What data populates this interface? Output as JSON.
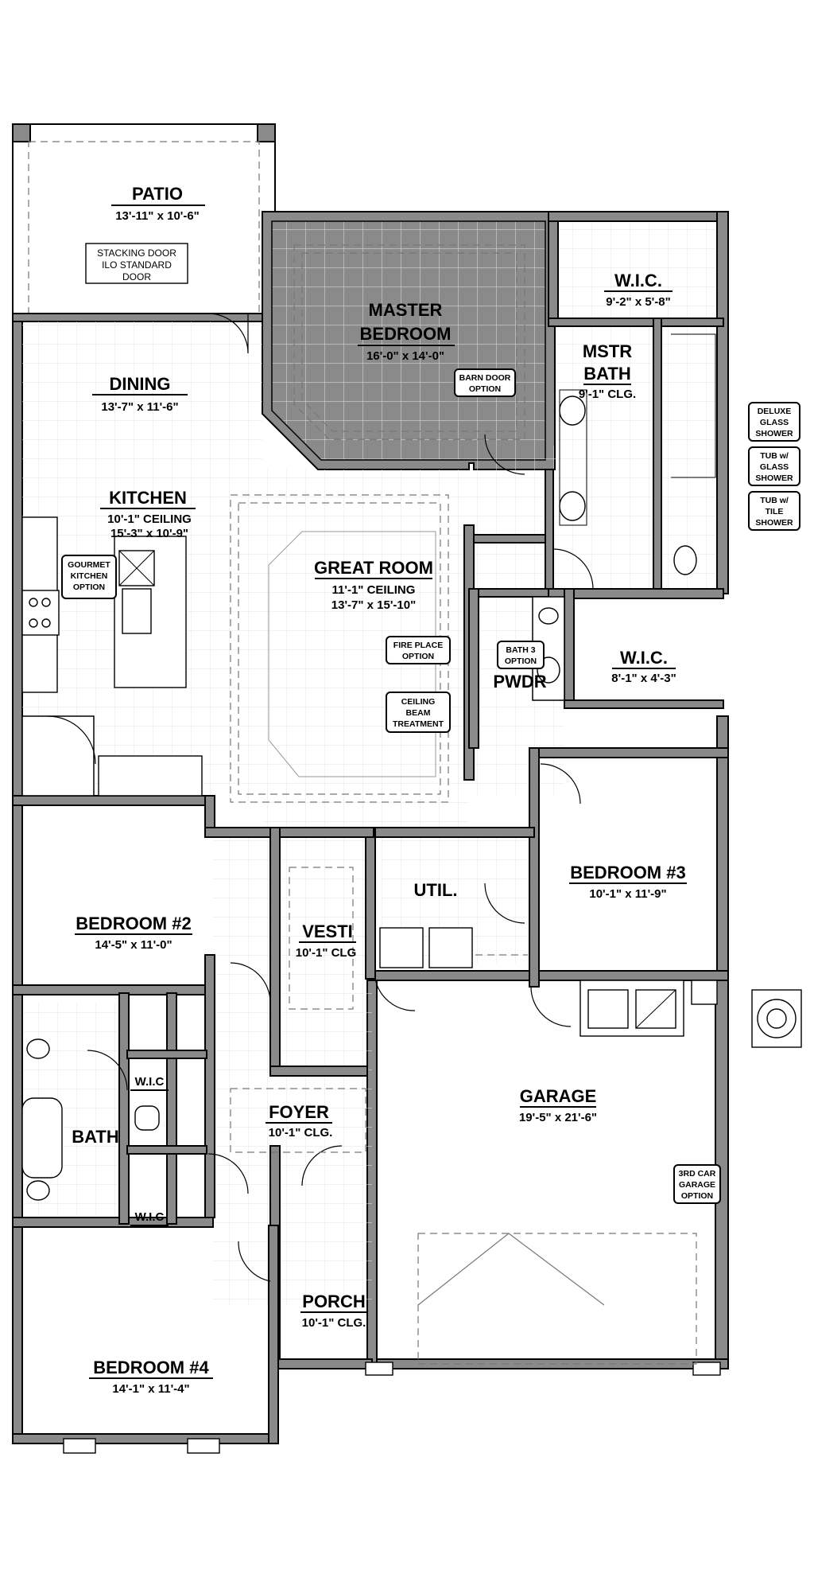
{
  "rooms": {
    "patio": {
      "name": "PATIO",
      "dims": "13'-11\" x 10'-6\""
    },
    "master_bedroom": {
      "name_line1": "MASTER",
      "name_line2": "BEDROOM",
      "dims": "16'-0\" x 14'-0\""
    },
    "wic_master": {
      "name": "W.I.C.",
      "dims": "9'-2\" x 5'-8\""
    },
    "mstr_bath": {
      "name_line1": "MSTR",
      "name_line2": "BATH",
      "dims": "9'-1\" CLG."
    },
    "dining": {
      "name": "DINING",
      "dims": "13'-7\" x 11'-6\""
    },
    "kitchen": {
      "name": "KITCHEN",
      "dims_line1": "10'-1\" CEILING",
      "dims_line2": "15'-3\" x 10'-9\""
    },
    "great_room": {
      "name": "GREAT ROOM",
      "dims_line1": "11'-1\"    CEILING",
      "dims_line2": "13'-7\" x 15'-10\""
    },
    "wic_bath": {
      "name": "W.I.C.",
      "dims": "8'-1\" x 4'-3\""
    },
    "pwdr": {
      "name": "PWDR"
    },
    "bedroom3": {
      "name": "BEDROOM #3",
      "dims": "10'-1\" x 11'-9\""
    },
    "util": {
      "name": "UTIL."
    },
    "bedroom2": {
      "name": "BEDROOM #2",
      "dims": "14'-5\" x 11'-0\""
    },
    "vesti": {
      "name": "VESTI",
      "dims": "10'-1\"  CLG"
    },
    "wic_upper": {
      "name": "W.I.C"
    },
    "foyer": {
      "name": "FOYER",
      "dims": "10'-1\" CLG."
    },
    "bath": {
      "name": "BATH"
    },
    "wic_lower": {
      "name": "W.I.C"
    },
    "garage": {
      "name": "GARAGE",
      "dims": "19'-5\" x 21'-6\""
    },
    "porch": {
      "name": "PORCH",
      "dims": "10'-1\" CLG."
    },
    "bedroom4": {
      "name": "BEDROOM #4",
      "dims": "14'-1\" x 11'-4\""
    }
  },
  "options": {
    "stacking_door": [
      "STACKING DOOR",
      "ILO STANDARD",
      "DOOR"
    ],
    "barn_door": [
      "BARN DOOR",
      "OPTION"
    ],
    "gourmet_kitchen": [
      "GOURMET",
      "KITCHEN",
      "OPTION"
    ],
    "fire_place": [
      "FIRE PLACE",
      "OPTION"
    ],
    "ceiling_beam": [
      "CEILING",
      "BEAM",
      "TREATMENT"
    ],
    "bath3": [
      "BATH 3",
      "OPTION"
    ],
    "deluxe_shower": [
      "DELUXE",
      "GLASS",
      "SHOWER"
    ],
    "tub_glass": [
      "TUB w/",
      "GLASS",
      "SHOWER"
    ],
    "tub_tile": [
      "TUB w/",
      "TILE",
      "SHOWER"
    ],
    "third_car": [
      "3RD CAR",
      "GARAGE",
      "OPTION"
    ]
  },
  "colors": {
    "wall": "#8a8a8a",
    "line": "#000000",
    "grid": "#e6e6e6"
  }
}
